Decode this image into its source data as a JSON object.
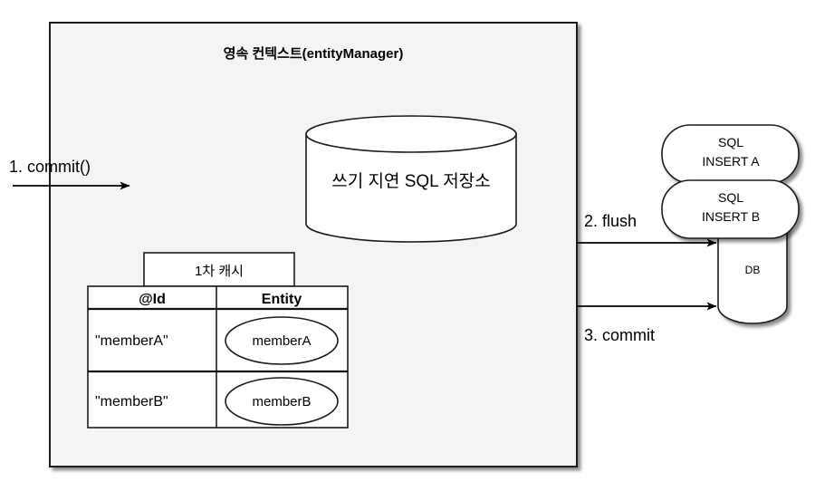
{
  "diagram": {
    "title": "영속 컨텍스트(entityManager)",
    "panel_bg": "#f4f4f4",
    "stroke": "#1a1a1a"
  },
  "steps": [
    {
      "id": "step-1",
      "label": "1. commit()"
    },
    {
      "id": "step-2",
      "label": "2. flush"
    },
    {
      "id": "step-3",
      "label": "3. commit"
    }
  ],
  "write_behind_store": {
    "label": "쓰기 지연 SQL 저장소"
  },
  "first_level_cache": {
    "tab_label": "1차 캐시",
    "columns": [
      "@Id",
      "Entity"
    ],
    "rows": [
      {
        "id": "\"memberA\"",
        "entity": "memberA"
      },
      {
        "id": "\"memberB\"",
        "entity": "memberB"
      }
    ]
  },
  "sql_queue": [
    {
      "line1": "SQL",
      "line2": "INSERT A"
    },
    {
      "line1": "SQL",
      "line2": "INSERT B"
    }
  ],
  "database": {
    "label": "DB"
  }
}
